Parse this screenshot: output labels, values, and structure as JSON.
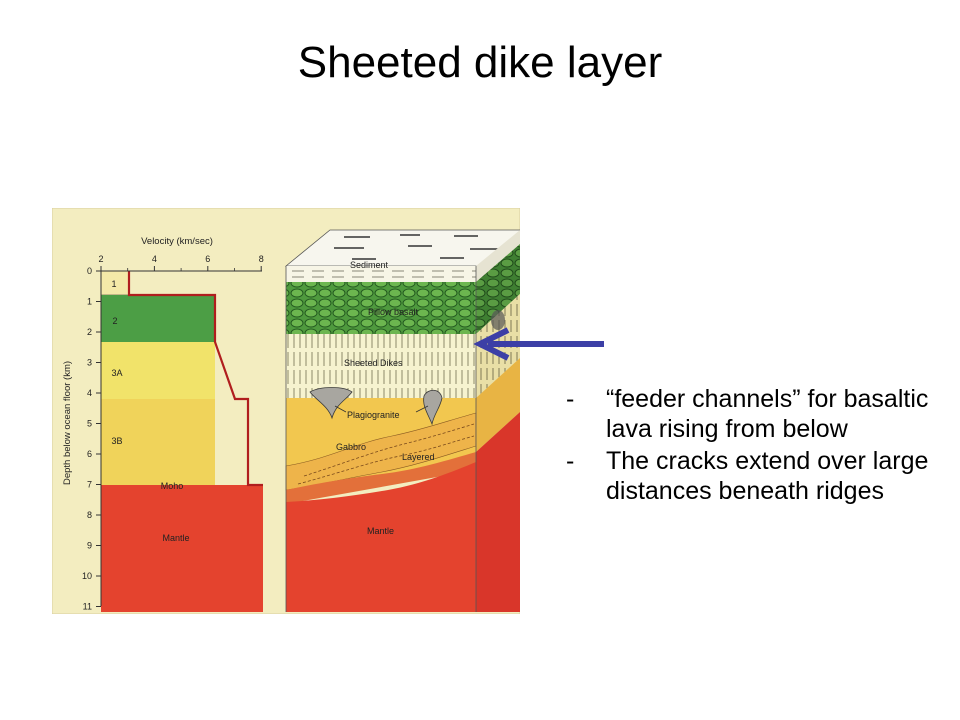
{
  "slide": {
    "title": "Sheeted dike layer"
  },
  "figure": {
    "velocity_axis_label": "Velocity (km/sec)",
    "velocity_ticks": [
      "2",
      "4",
      "6",
      "8"
    ],
    "depth_axis_label": "Depth below ocean floor (km)",
    "depth_ticks": [
      "0",
      "1",
      "2",
      "3",
      "4",
      "5",
      "6",
      "7",
      "8",
      "9",
      "10",
      "11"
    ],
    "column_layers": {
      "layer1": "1",
      "layer2": "2",
      "layer3a": "3A",
      "layer3b": "3B",
      "moho": "Moho",
      "mantle": "Mantle"
    },
    "block_labels": {
      "sediment": "Sediment",
      "pillow_basalt": "Pillow basalt",
      "sheeted_dikes": "Sheeted Dikes",
      "plagiogranite": "Plagiogranite",
      "gabbro": "Gabbro",
      "layered": "Layered",
      "mantle": "Mantle"
    },
    "colors": {
      "background": "#f3edc0",
      "layer2_green": "#4c9e45",
      "layer3a_yellow": "#f1e36a",
      "layer3b_yellow": "#f0d35a",
      "mantle_red": "#e4432e",
      "arrow_blue": "#3c3fa6"
    }
  },
  "bullets": [
    {
      "dash": "-",
      "text": "“feeder channels” for basaltic lava rising from below"
    },
    {
      "dash": "-",
      "text": "The cracks extend over large distances beneath ridges"
    }
  ]
}
